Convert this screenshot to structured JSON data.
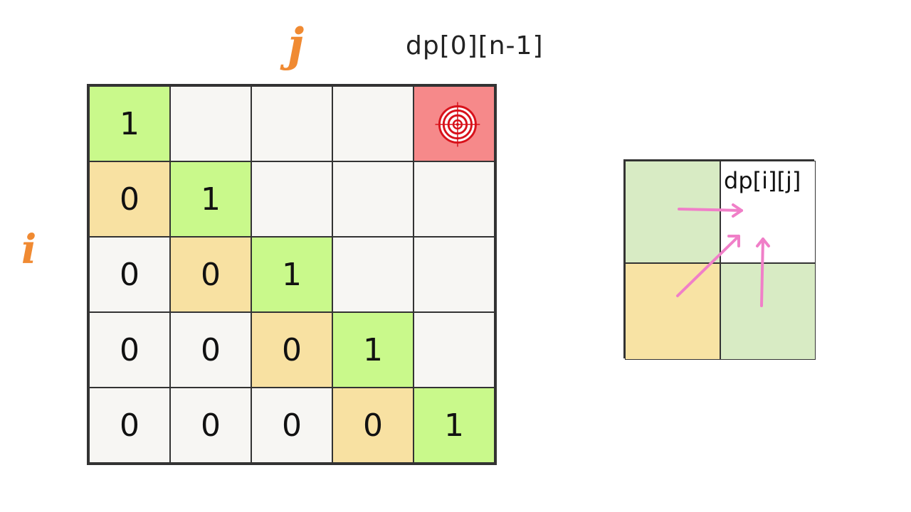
{
  "axis": {
    "col_label": "j",
    "row_label": "i"
  },
  "target_label": "dp[0][n-1]",
  "grid": {
    "rows": [
      [
        {
          "value": "1",
          "kind": "one"
        },
        {
          "value": "",
          "kind": "empty"
        },
        {
          "value": "",
          "kind": "empty"
        },
        {
          "value": "",
          "kind": "empty"
        },
        {
          "value": "",
          "kind": "target"
        }
      ],
      [
        {
          "value": "0",
          "kind": "zero-diag"
        },
        {
          "value": "1",
          "kind": "one"
        },
        {
          "value": "",
          "kind": "empty"
        },
        {
          "value": "",
          "kind": "empty"
        },
        {
          "value": "",
          "kind": "empty"
        }
      ],
      [
        {
          "value": "0",
          "kind": "zero"
        },
        {
          "value": "0",
          "kind": "zero-diag"
        },
        {
          "value": "1",
          "kind": "one"
        },
        {
          "value": "",
          "kind": "empty"
        },
        {
          "value": "",
          "kind": "empty"
        }
      ],
      [
        {
          "value": "0",
          "kind": "zero"
        },
        {
          "value": "0",
          "kind": "zero"
        },
        {
          "value": "0",
          "kind": "zero-diag"
        },
        {
          "value": "1",
          "kind": "one"
        },
        {
          "value": "",
          "kind": "empty"
        }
      ],
      [
        {
          "value": "0",
          "kind": "zero"
        },
        {
          "value": "0",
          "kind": "zero"
        },
        {
          "value": "0",
          "kind": "zero"
        },
        {
          "value": "0",
          "kind": "zero-diag"
        },
        {
          "value": "1",
          "kind": "one"
        }
      ]
    ]
  },
  "mini": {
    "label": "dp[i][j]"
  },
  "colors": {
    "one": "#c9f98b",
    "zero_diag": "#f8e1a2",
    "target": "#f6898a",
    "axis": "#f08a32",
    "arrow": "#f07fc8"
  }
}
